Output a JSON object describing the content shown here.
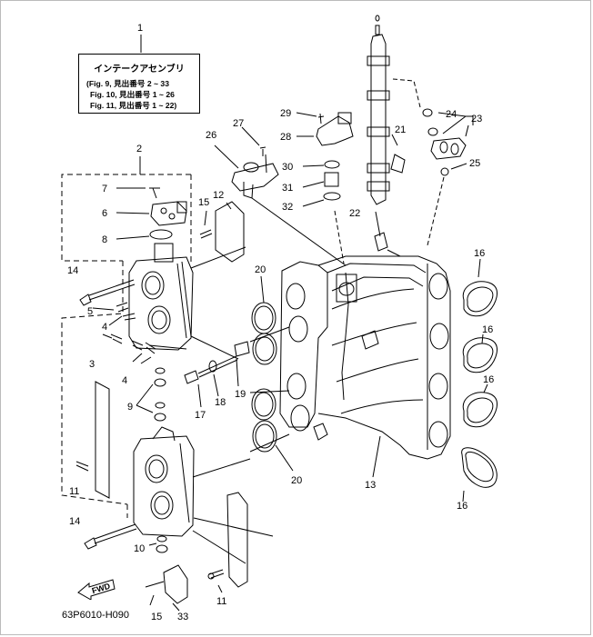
{
  "reference_box": {
    "title": "インテークアセンブリ",
    "lines": [
      "(Fig. 9, 見出番号 2 ~ 33",
      "Fig. 10, 見出番号 1 ~ 26",
      "Fig. 11, 見出番号 1 ~ 22)"
    ]
  },
  "figure_code": "63P6010-H090",
  "fwd_label": "FWD",
  "callouts": {
    "c1": "1",
    "c2": "2",
    "c6": "6",
    "c7": "7",
    "c8": "8",
    "c14a": "14",
    "c5": "5",
    "c4a": "4",
    "c3": "3",
    "c4b": "4",
    "c9": "9",
    "c11a": "11",
    "c14b": "14",
    "c10": "10",
    "c15a": "15",
    "c33": "33",
    "c11b": "11",
    "c12": "12",
    "c15b": "15",
    "c20a": "20",
    "c26": "26",
    "c27": "27",
    "c17": "17",
    "c18": "18",
    "c19": "19",
    "c20b": "20",
    "c29": "29",
    "c28": "28",
    "c30": "30",
    "c31": "31",
    "c32": "32",
    "c21": "21",
    "c22": "22",
    "c24": "24",
    "c23": "23",
    "c25": "25",
    "c16a": "16",
    "c16b": "16",
    "c16c": "16",
    "c16d": "16",
    "c13": "13"
  }
}
